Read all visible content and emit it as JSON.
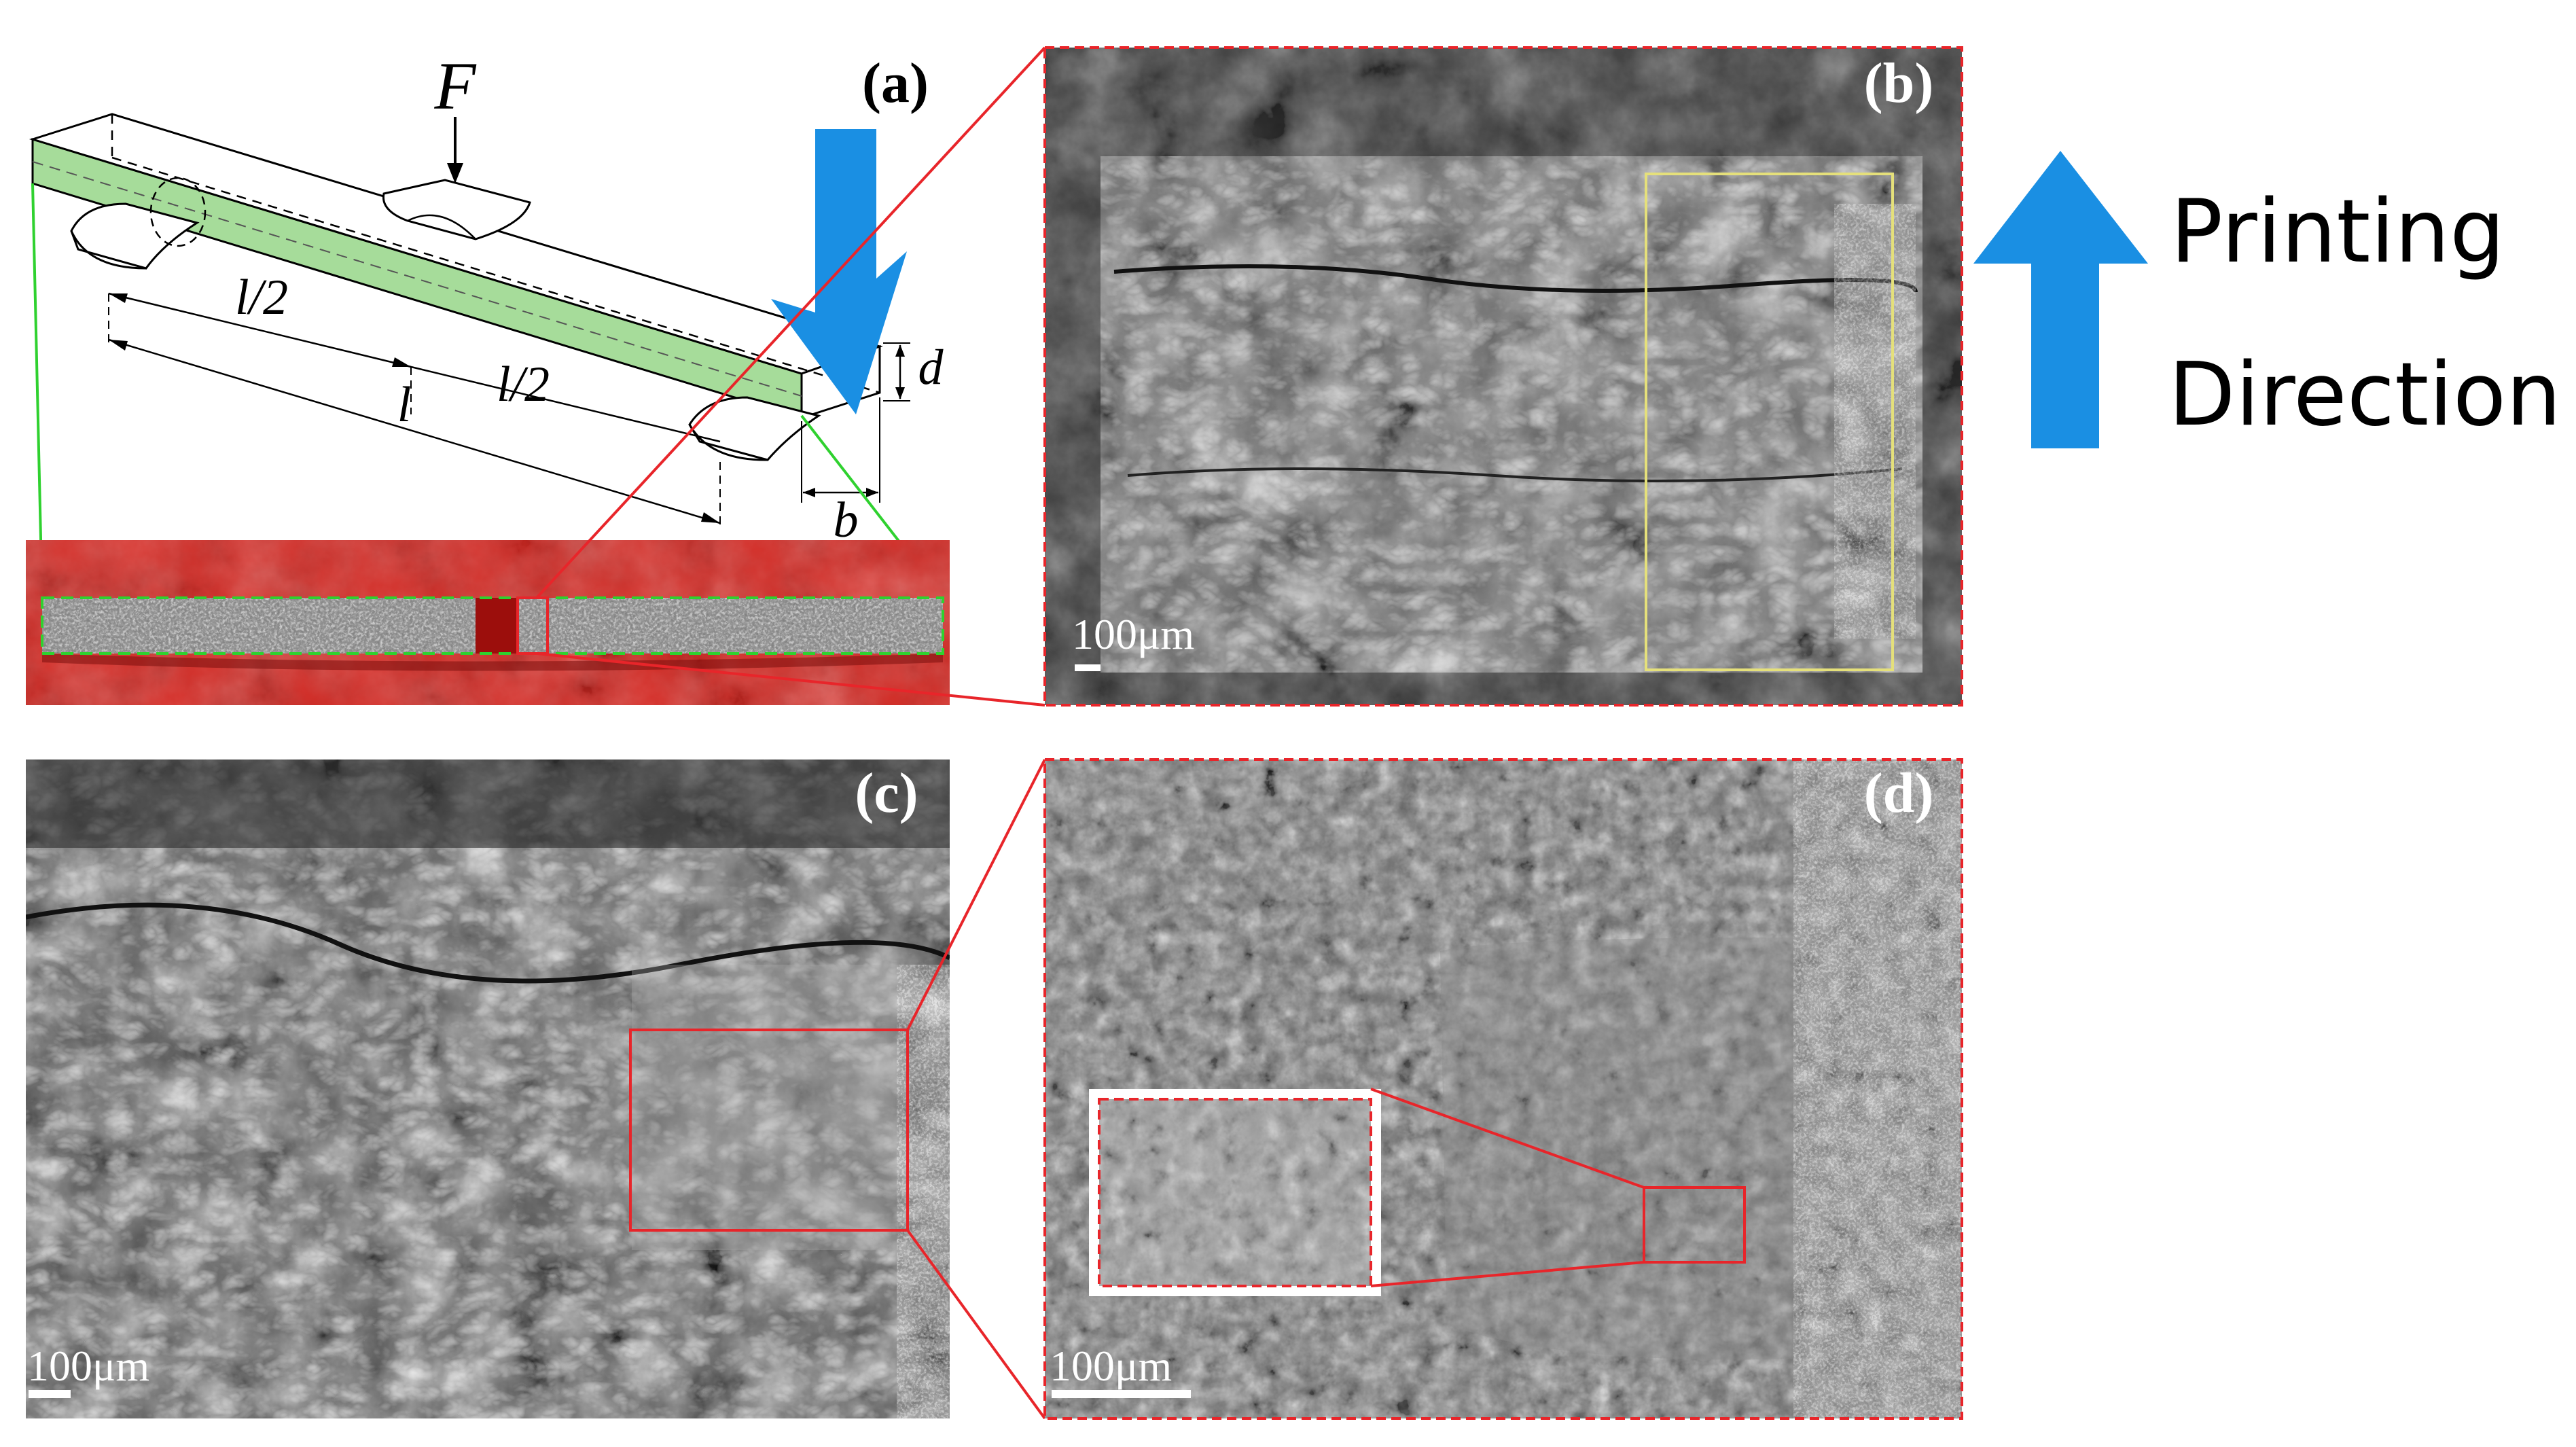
{
  "panels": {
    "a": {
      "label": "(a)"
    },
    "b": {
      "label": "(b)",
      "scale_bar": "100μm"
    },
    "c": {
      "label": "(c)",
      "scale_bar": "100μm"
    },
    "d": {
      "label": "(d)",
      "scale_bar": "100μm"
    }
  },
  "schematic": {
    "force": "F",
    "half_span_left": "l/2",
    "span": "l",
    "half_span_right": "l/2",
    "depth": "d",
    "width": "b"
  },
  "printing_direction": {
    "line1": "Printing",
    "line2": "Direction"
  },
  "colors": {
    "zoom_line": "#e8252a",
    "green_guide": "#2fd12f",
    "arrow_blue": "#1a8fe3",
    "beam_fill": "#a6dc9a",
    "specimen_bg": "#d42a24",
    "yellow_box": "#e5e07a"
  }
}
